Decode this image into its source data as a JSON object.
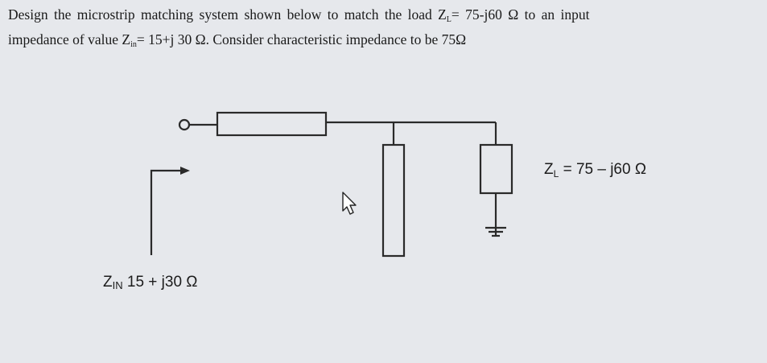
{
  "problem": {
    "line1_a": "Design the microstrip matching system shown below to match the load Z",
    "line1_sub": "L",
    "line1_b": "= 75-j60 Ω to an input",
    "line2_a": "impedance of value Z",
    "line2_sub": "in",
    "line2_b": "= 15+j 30 Ω. Consider characteristic impedance to be 75Ω"
  },
  "diagram": {
    "load_label_prefix": "Z",
    "load_label_sub": "L",
    "load_label_value": " = 75 – j60 Ω",
    "zin_label_prefix": "Z",
    "zin_label_sub": "IN",
    "zin_label_value": " 15 + j30 Ω"
  },
  "colors": {
    "background": "#e6e8ec",
    "line": "#2a2a2a",
    "text": "#1a1a1a"
  }
}
